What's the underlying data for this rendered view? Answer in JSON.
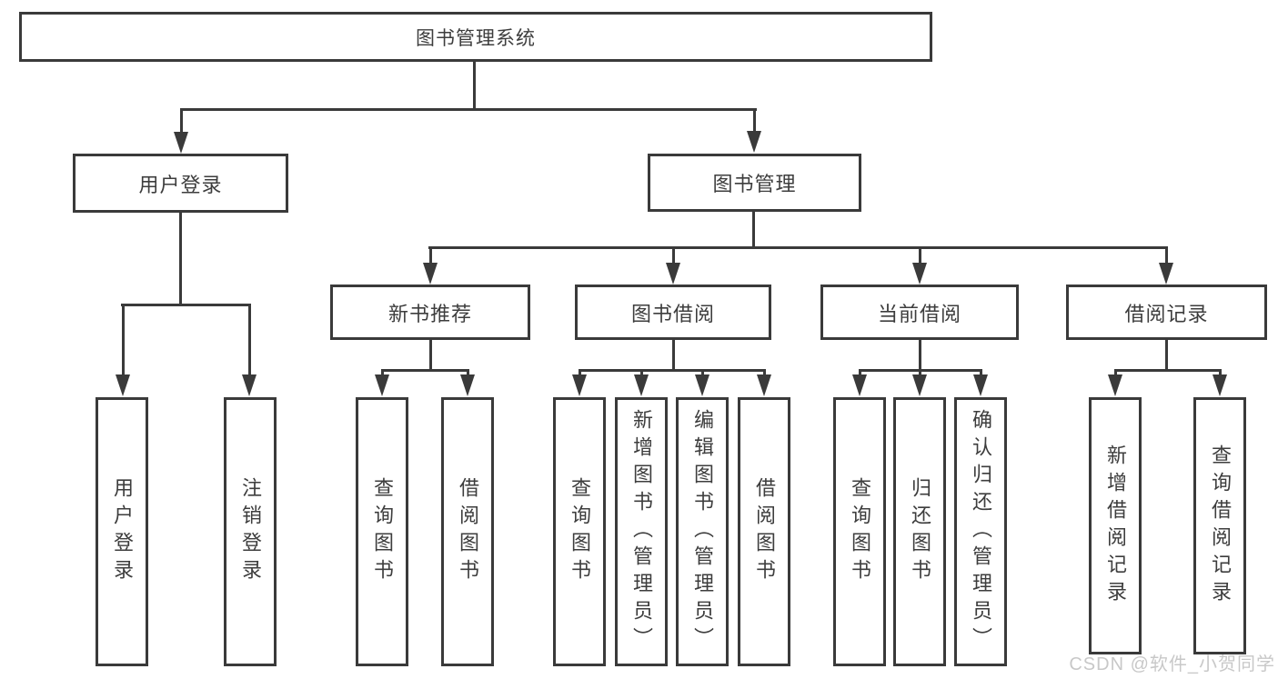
{
  "chart": {
    "root": {
      "label": "图书管理系统"
    },
    "branches": [
      {
        "label": "用户登录",
        "children": [
          {
            "label": "用户登录"
          },
          {
            "label": "注销登录"
          }
        ]
      },
      {
        "label": "图书管理",
        "groups": [
          {
            "label": "新书推荐",
            "children": [
              {
                "label": "查询图书"
              },
              {
                "label": "借阅图书"
              }
            ]
          },
          {
            "label": "图书借阅",
            "children": [
              {
                "label": "查询图书"
              },
              {
                "label": "新增图书（管理员）"
              },
              {
                "label": "编辑图书（管理员）"
              },
              {
                "label": "借阅图书"
              }
            ]
          },
          {
            "label": "当前借阅",
            "children": [
              {
                "label": "查询图书"
              },
              {
                "label": "归还图书"
              },
              {
                "label": "确认归还（管理员）"
              }
            ]
          },
          {
            "label": "借阅记录",
            "children": [
              {
                "label": "新增借阅记录"
              },
              {
                "label": "查询借阅记录"
              }
            ]
          }
        ]
      }
    ]
  },
  "watermark": {
    "text": "CSDN @软件_小贺同学"
  },
  "colors": {
    "line": "#3a3a3a",
    "text": "#3d3d3d",
    "box_background": "#ffffff",
    "watermark_text": "#c8c8c8",
    "page_background": "#ffffff"
  }
}
